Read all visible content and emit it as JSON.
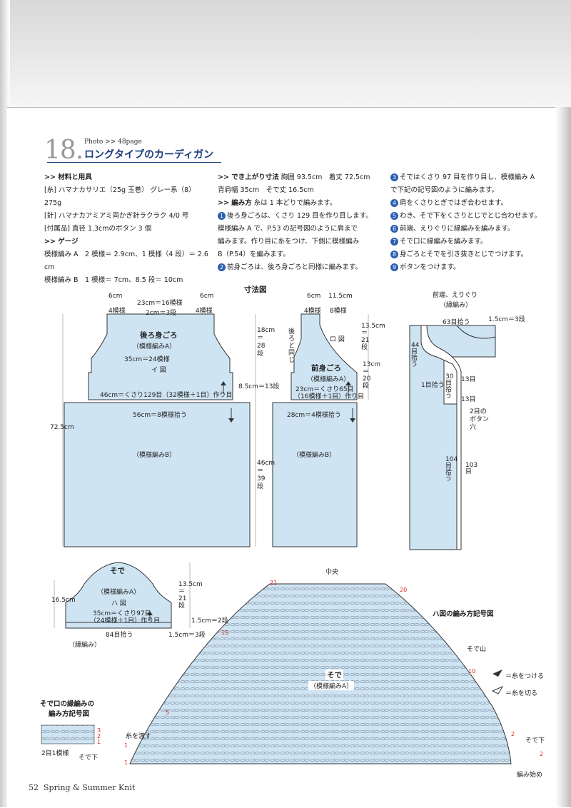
{
  "header": {
    "number": "18.",
    "photo_ref": "Photo >> 48page",
    "title": "ロングタイプのカーディガン"
  },
  "materials": {
    "heading": ">> 材料と用具",
    "yarn": "[糸] ハマナカサリエ（25g 玉巻） グレー系（8）",
    "yarn_amount": "275g",
    "needle": "[針] ハマナカアミアミ両かぎ針ラクラク 4/0 号",
    "accessory": "[付属品] 直径 1.3cmのボタン 3 個",
    "gauge_heading": ">> ゲージ",
    "gauge_a": "模様編み A　2 模様＝ 2.9cm、1 模様（4 段）＝ 2.6",
    "gauge_a_unit": "cm",
    "gauge_b": "模様編み B　1 模様＝ 7cm、8.5 段＝ 10cm"
  },
  "finished": {
    "heading": ">> でき上がり寸法",
    "line1": "胸囲 93.5cm　着丈 72.5cm",
    "line2": "背肩幅 35cm　そで丈 16.5cm",
    "method_heading": ">> 編み方",
    "method_intro": "糸は 1 本どりで編みます。",
    "steps_col2": [
      {
        "n": "1",
        "text": "後ろ身ごろは、くさり 129 目を作り目します。"
      },
      {
        "n": "",
        "text": "模様編み A で、P.53 の記号図のように肩まで"
      },
      {
        "n": "",
        "text": "編みます。作り目に糸をつけ、下側に模様編み"
      },
      {
        "n": "",
        "text": "B（P.54）を編みます。"
      },
      {
        "n": "2",
        "text": "前身ごろは、後ろ身ごろと同様に編みます。"
      }
    ],
    "steps_col3": [
      {
        "n": "3",
        "text": "そではくさり 97 目を作り目し、模様編み A"
      },
      {
        "n": "",
        "text": "で下記の記号図のように編みます。"
      },
      {
        "n": "4",
        "text": "肩をくさりとぎではぎ合わせます。"
      },
      {
        "n": "5",
        "text": "わき、そで下をくさりとじでとじ合わせます。"
      },
      {
        "n": "6",
        "text": "前端、えりぐりに縁編みを編みます。"
      },
      {
        "n": "7",
        "text": "そで口に縁編みを編みます。"
      },
      {
        "n": "8",
        "text": "身ごろとそでを引き抜きとじでつけます。"
      },
      {
        "n": "9",
        "text": "ボタンをつけます。"
      }
    ]
  },
  "diagram": {
    "title": "寸法図",
    "back": {
      "label1": "後ろ身ごろ",
      "label2": "（模様編みA）",
      "width_top": "35cm＝24模様",
      "chart_ref": "イ 図",
      "top_left": "6cm",
      "top_left_sub": "4模様",
      "top_mid": "23cm＝16模様",
      "top_right": "6cm",
      "top_right_sub": "4模様",
      "neck": "2cm＝3段",
      "height_upper": "18cm＝28段",
      "height_armhole": "8.5cm＝13段",
      "foundation": "46cm＝くさり129目（32模様＋1目）作り目",
      "pickup": "56cm＝8模様拾う",
      "body_b": "（模様編みB）",
      "total": "72.5cm",
      "lower_height": "46cm＝39段"
    },
    "front": {
      "top_left": "6cm",
      "top_left_sub": "4模様",
      "top_right": "11.5cm",
      "top_right_sub": "8模様",
      "side_note": "後ろと同じ",
      "chart_ref": "ロ 図",
      "label1": "前身ごろ",
      "label2": "（模様編みA）",
      "foundation1": "23cm＝くさり65目",
      "foundation2": "（16模様＋1目）作り目",
      "h1": "13.5cm＝21段",
      "h2": "13cm＝20段",
      "pickup": "28cm＝4模様拾う",
      "body_b": "（模様編みB）"
    },
    "edge": {
      "title1": "前端、えりぐり",
      "title2": "（縁編み）",
      "top": "63目拾う",
      "width": "1.5cm＝3段",
      "p44": "44目拾う",
      "p30": "30目拾う",
      "p1": "1目拾う",
      "p13a": "13目",
      "p13b": "13目",
      "btn": "2目のボタン穴",
      "p104": "104目拾う",
      "p103": "103目"
    },
    "sleeve": {
      "title": "そで",
      "label": "（模様編みA）",
      "chart_ref": "ハ 図",
      "height": "16.5cm",
      "foundation1": "35cm＝くさり97目",
      "foundation2": "（24模様＋1目）作り目",
      "pickup": "84目拾う",
      "edge": "（縁編み）",
      "h1": "13.5cm＝21段",
      "h2": "1.5cm＝2段",
      "h3": "1.5cm＝3段"
    },
    "cuff": {
      "title1": "そで口の縁編みの",
      "title2": "編み方記号図",
      "rows": [
        "3",
        "2",
        "1"
      ],
      "rep": "2目1模様",
      "seam": "そで下"
    },
    "chart": {
      "title": "ハ図の編み方記号図",
      "top": "中央",
      "cap": "そで山",
      "label1": "そで",
      "label2": "（模様編みA）",
      "legend1": "＝糸をつける",
      "legend2": "＝糸を切る",
      "attach": "糸を渡す",
      "seam": "そで下",
      "start": "編み始め",
      "row_nums": [
        "21",
        "20",
        "15",
        "10",
        "5",
        "2",
        "1",
        "1",
        "2"
      ],
      "colors": {
        "blue": "#cfe4f3",
        "outline": "#222222",
        "red": "#d62a1f"
      }
    }
  },
  "footer": {
    "page": "52",
    "text": "Spring & Summer Knit"
  }
}
